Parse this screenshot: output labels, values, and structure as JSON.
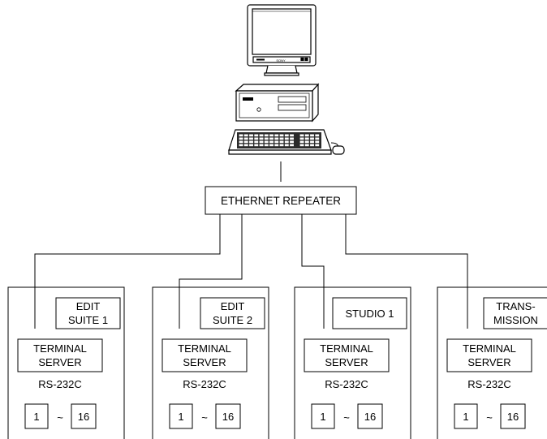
{
  "workstation": {
    "monitor_brand": "SONY"
  },
  "repeater": {
    "label": "ETHERNET REPEATER"
  },
  "sites": [
    {
      "name_lines": [
        "EDIT",
        "SUITE 1"
      ],
      "server_lines": [
        "TERMINAL",
        "SERVER"
      ],
      "port_label": "RS-232C",
      "port_start": "1",
      "port_sep": "~",
      "port_end": "16"
    },
    {
      "name_lines": [
        "EDIT",
        "SUITE 2"
      ],
      "server_lines": [
        "TERMINAL",
        "SERVER"
      ],
      "port_label": "RS-232C",
      "port_start": "1",
      "port_sep": "~",
      "port_end": "16"
    },
    {
      "name_lines": [
        "STUDIO 1"
      ],
      "server_lines": [
        "TERMINAL",
        "SERVER"
      ],
      "port_label": "RS-232C",
      "port_start": "1",
      "port_sep": "~",
      "port_end": "16"
    },
    {
      "name_lines": [
        "TRANS-",
        "MISSION"
      ],
      "server_lines": [
        "TERMINAL",
        "SERVER"
      ],
      "port_label": "RS-232C",
      "port_start": "1",
      "port_sep": "~",
      "port_end": "16"
    }
  ]
}
